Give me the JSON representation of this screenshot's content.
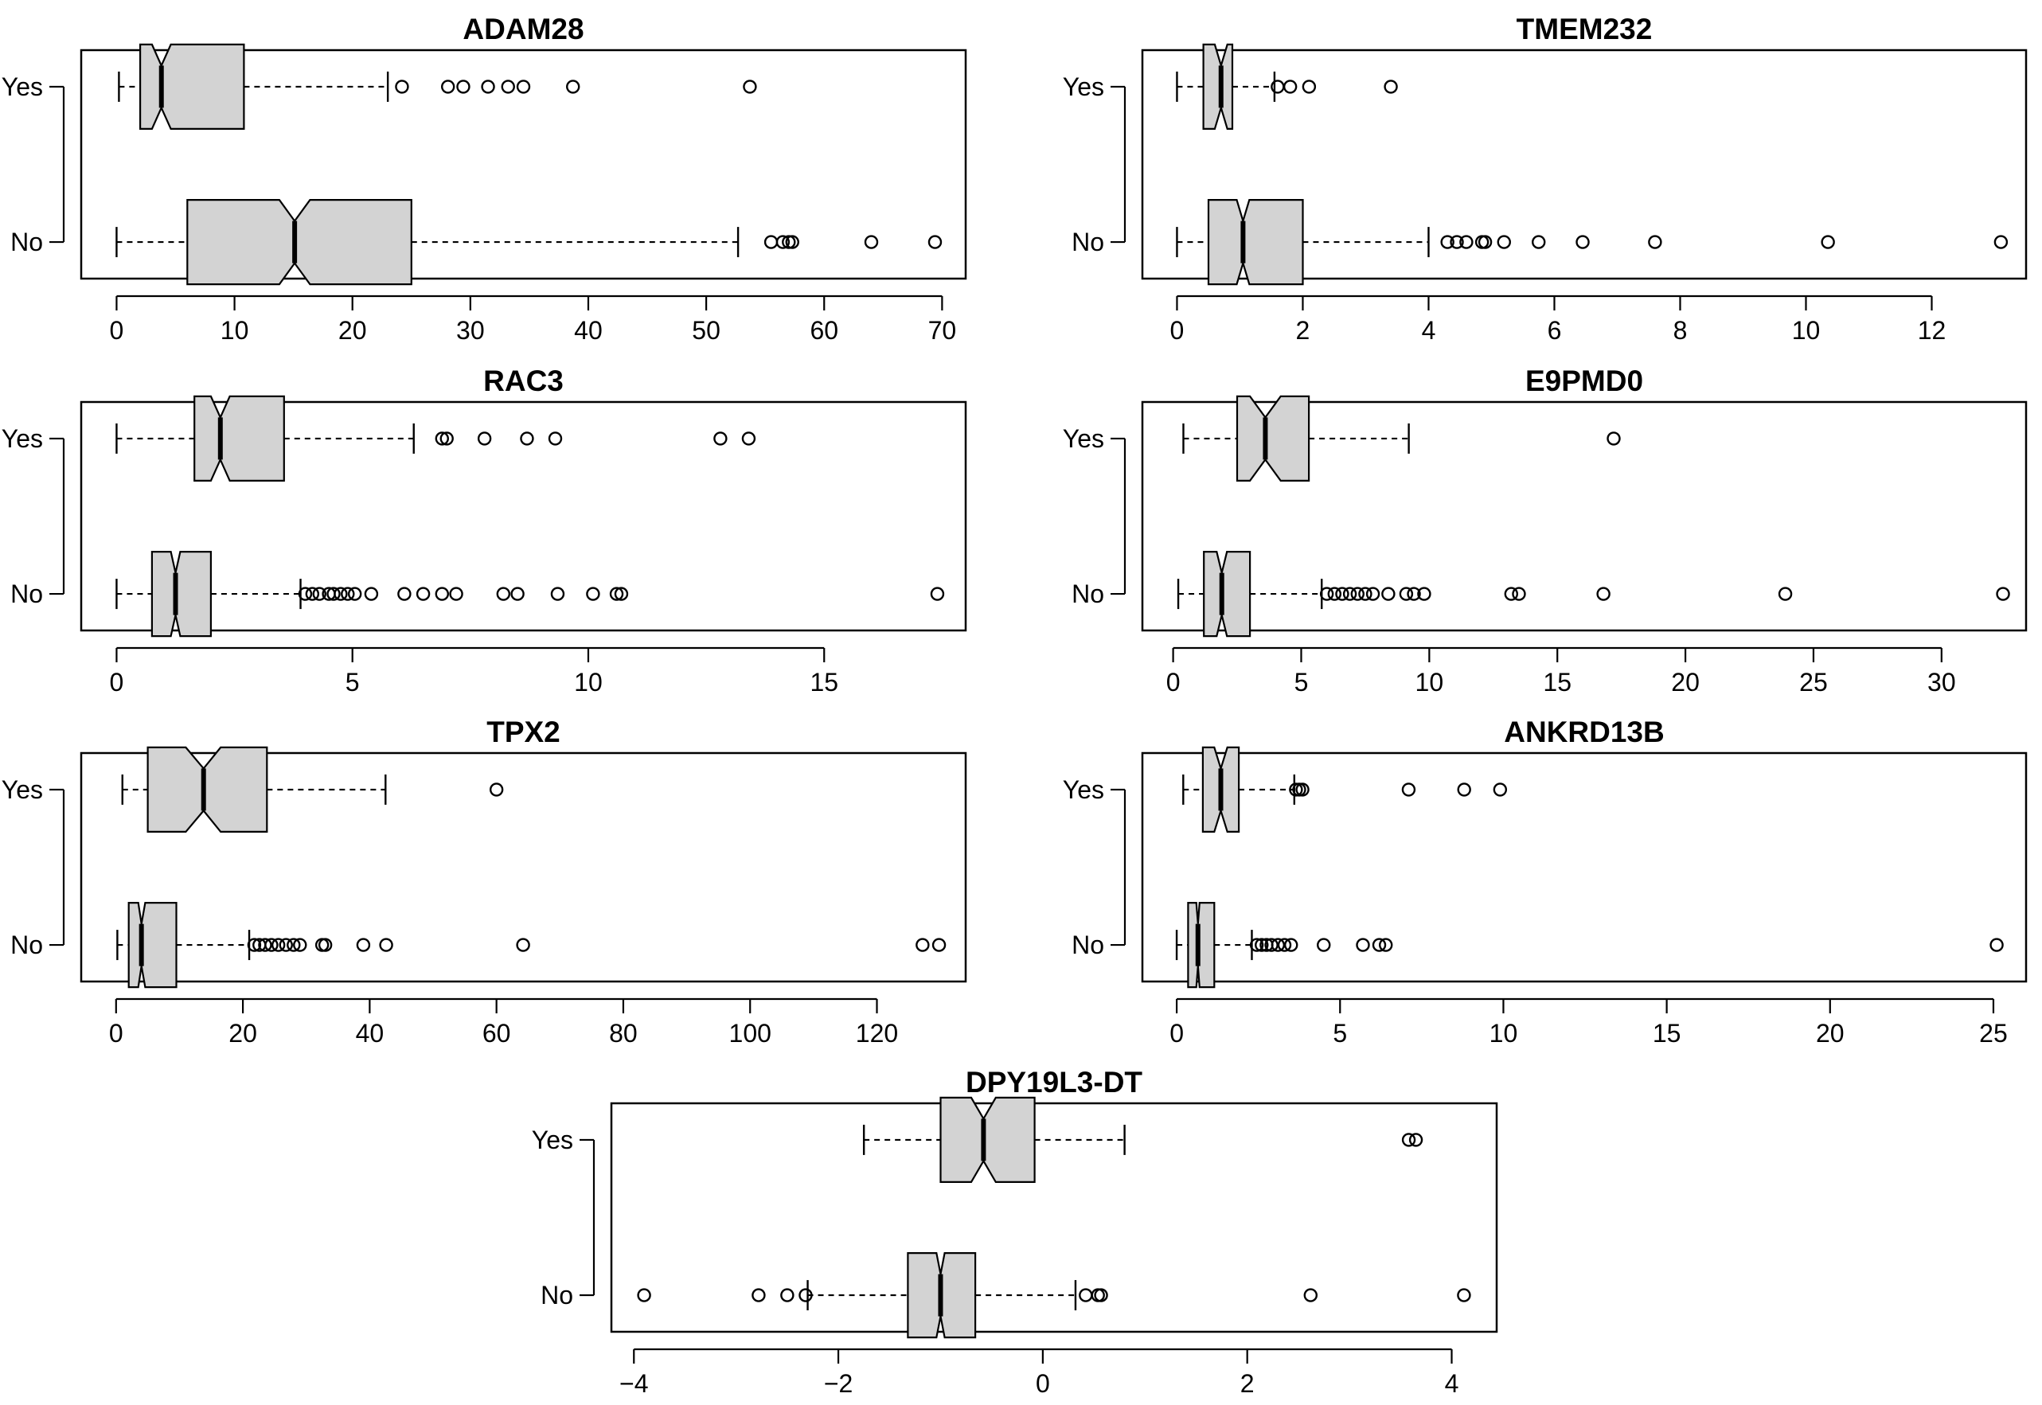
{
  "chart_data": [
    {
      "type": "boxplot",
      "title": "ADAM28",
      "categories": [
        "Yes",
        "No"
      ],
      "xlim": [
        -3,
        72
      ],
      "xticks": [
        0,
        10,
        20,
        30,
        40,
        50,
        60,
        70
      ],
      "notched": true,
      "box_color": "#d3d3d3",
      "boxes": [
        {
          "category": "Yes",
          "whisker_low": 0.2,
          "q1": 2.0,
          "median": 3.8,
          "q3": 10.8,
          "whisker_high": 23.0,
          "notch_low": 3.0,
          "notch_high": 4.6,
          "outliers": [
            24.2,
            28.1,
            29.4,
            31.5,
            33.2,
            34.5,
            38.7,
            53.7
          ]
        },
        {
          "category": "No",
          "whisker_low": 0.0,
          "q1": 6.0,
          "median": 15.1,
          "q3": 25.0,
          "whisker_high": 52.7,
          "notch_low": 13.8,
          "notch_high": 16.4,
          "outliers": [
            55.5,
            56.5,
            57.0,
            57.3,
            64.0,
            69.4
          ]
        }
      ]
    },
    {
      "type": "boxplot",
      "title": "TMEM232",
      "categories": [
        "Yes",
        "No"
      ],
      "xlim": [
        -0.55,
        13.5
      ],
      "xticks": [
        0,
        2,
        4,
        6,
        8,
        10,
        12
      ],
      "notched": true,
      "box_color": "#d3d3d3",
      "boxes": [
        {
          "category": "Yes",
          "whisker_low": 0.0,
          "q1": 0.42,
          "median": 0.7,
          "q3": 0.88,
          "whisker_high": 1.55,
          "notch_low": 0.6,
          "notch_high": 0.8,
          "outliers": [
            1.6,
            1.8,
            2.1,
            3.4
          ]
        },
        {
          "category": "No",
          "whisker_low": 0.0,
          "q1": 0.5,
          "median": 1.05,
          "q3": 2.0,
          "whisker_high": 4.0,
          "notch_low": 0.95,
          "notch_high": 1.15,
          "outliers": [
            4.3,
            4.45,
            4.6,
            4.85,
            4.9,
            5.2,
            5.75,
            6.45,
            7.6,
            10.35,
            13.1
          ]
        }
      ]
    },
    {
      "type": "boxplot",
      "title": "RAC3",
      "categories": [
        "Yes",
        "No"
      ],
      "xlim": [
        -0.75,
        18.0
      ],
      "xticks": [
        0,
        5,
        10,
        15
      ],
      "notched": true,
      "box_color": "#d3d3d3",
      "boxes": [
        {
          "category": "Yes",
          "whisker_low": 0.0,
          "q1": 1.65,
          "median": 2.2,
          "q3": 3.55,
          "whisker_high": 6.3,
          "notch_low": 2.0,
          "notch_high": 2.4,
          "outliers": [
            6.9,
            7.0,
            7.8,
            8.7,
            9.3,
            12.8,
            13.4
          ]
        },
        {
          "category": "No",
          "whisker_low": 0.0,
          "q1": 0.75,
          "median": 1.25,
          "q3": 2.0,
          "whisker_high": 3.9,
          "notch_low": 1.15,
          "notch_high": 1.35,
          "outliers": [
            4.0,
            4.15,
            4.3,
            4.5,
            4.6,
            4.75,
            4.9,
            5.05,
            5.4,
            6.1,
            6.5,
            6.9,
            7.2,
            8.2,
            8.5,
            9.35,
            10.1,
            10.6,
            10.7,
            17.4
          ]
        }
      ]
    },
    {
      "type": "boxplot",
      "title": "E9PMD0",
      "categories": [
        "Yes",
        "No"
      ],
      "xlim": [
        -1.2,
        33.3
      ],
      "xticks": [
        0,
        5,
        10,
        15,
        20,
        25,
        30
      ],
      "notched": true,
      "box_color": "#d3d3d3",
      "boxes": [
        {
          "category": "Yes",
          "whisker_low": 0.4,
          "q1": 2.5,
          "median": 3.6,
          "q3": 5.3,
          "whisker_high": 9.2,
          "notch_low": 3.0,
          "notch_high": 4.2,
          "outliers": [
            17.2
          ]
        },
        {
          "category": "No",
          "whisker_low": 0.2,
          "q1": 1.2,
          "median": 1.9,
          "q3": 3.0,
          "whisker_high": 5.8,
          "notch_low": 1.7,
          "notch_high": 2.1,
          "outliers": [
            6.0,
            6.3,
            6.6,
            6.9,
            7.2,
            7.5,
            7.8,
            8.4,
            9.1,
            9.4,
            9.8,
            13.2,
            13.5,
            16.8,
            23.9,
            32.4
          ]
        }
      ]
    },
    {
      "type": "boxplot",
      "title": "TPX2",
      "categories": [
        "Yes",
        "No"
      ],
      "xlim": [
        -5.5,
        134.0
      ],
      "xticks": [
        0,
        20,
        40,
        60,
        80,
        100,
        120
      ],
      "notched": true,
      "box_color": "#d3d3d3",
      "boxes": [
        {
          "category": "Yes",
          "whisker_low": 1.0,
          "q1": 5.0,
          "median": 13.8,
          "q3": 23.8,
          "whisker_high": 42.5,
          "notch_low": 11.0,
          "notch_high": 16.5,
          "outliers": [
            60.0
          ]
        },
        {
          "category": "No",
          "whisker_low": 0.2,
          "q1": 2.0,
          "median": 4.0,
          "q3": 9.5,
          "whisker_high": 21.0,
          "notch_low": 3.5,
          "notch_high": 4.6,
          "outliers": [
            21.8,
            22.6,
            23.5,
            24.5,
            25.6,
            26.8,
            28.0,
            29.0,
            32.5,
            33.0,
            39.0,
            42.6,
            64.2,
            127.2,
            129.8
          ]
        }
      ]
    },
    {
      "type": "boxplot",
      "title": "ANKRD13B",
      "categories": [
        "Yes",
        "No"
      ],
      "xlim": [
        -1.05,
        26.0
      ],
      "xticks": [
        0,
        5,
        10,
        15,
        20,
        25
      ],
      "notched": true,
      "box_color": "#d3d3d3",
      "boxes": [
        {
          "category": "Yes",
          "whisker_low": 0.2,
          "q1": 0.8,
          "median": 1.35,
          "q3": 1.9,
          "whisker_high": 3.6,
          "notch_low": 1.15,
          "notch_high": 1.55,
          "outliers": [
            3.65,
            3.75,
            3.85,
            7.1,
            8.8,
            9.9
          ]
        },
        {
          "category": "No",
          "whisker_low": 0.0,
          "q1": 0.35,
          "median": 0.65,
          "q3": 1.15,
          "whisker_high": 2.3,
          "notch_low": 0.6,
          "notch_high": 0.7,
          "outliers": [
            2.45,
            2.6,
            2.75,
            2.9,
            3.1,
            3.3,
            3.5,
            4.5,
            5.7,
            6.2,
            6.4,
            25.1
          ]
        }
      ]
    },
    {
      "type": "boxplot",
      "title": "DPY19L3-DT",
      "categories": [
        "Yes",
        "No"
      ],
      "xlim": [
        -4.22,
        4.44
      ],
      "xticks": [
        -4,
        -2,
        0,
        2,
        4
      ],
      "notched": true,
      "box_color": "#d3d3d3",
      "boxes": [
        {
          "category": "Yes",
          "whisker_low": -1.75,
          "q1": -1.0,
          "median": -0.58,
          "q3": -0.08,
          "whisker_high": 0.8,
          "notch_low": -0.7,
          "notch_high": -0.46,
          "outliers": [
            3.58,
            3.65
          ]
        },
        {
          "category": "No",
          "whisker_low": -2.3,
          "q1": -1.32,
          "median": -1.0,
          "q3": -0.66,
          "whisker_high": 0.32,
          "notch_low": -1.04,
          "notch_high": -0.96,
          "outliers": [
            -3.9,
            -2.78,
            -2.5,
            -2.32,
            0.42,
            0.54,
            0.57,
            2.62,
            4.12
          ]
        }
      ]
    }
  ]
}
